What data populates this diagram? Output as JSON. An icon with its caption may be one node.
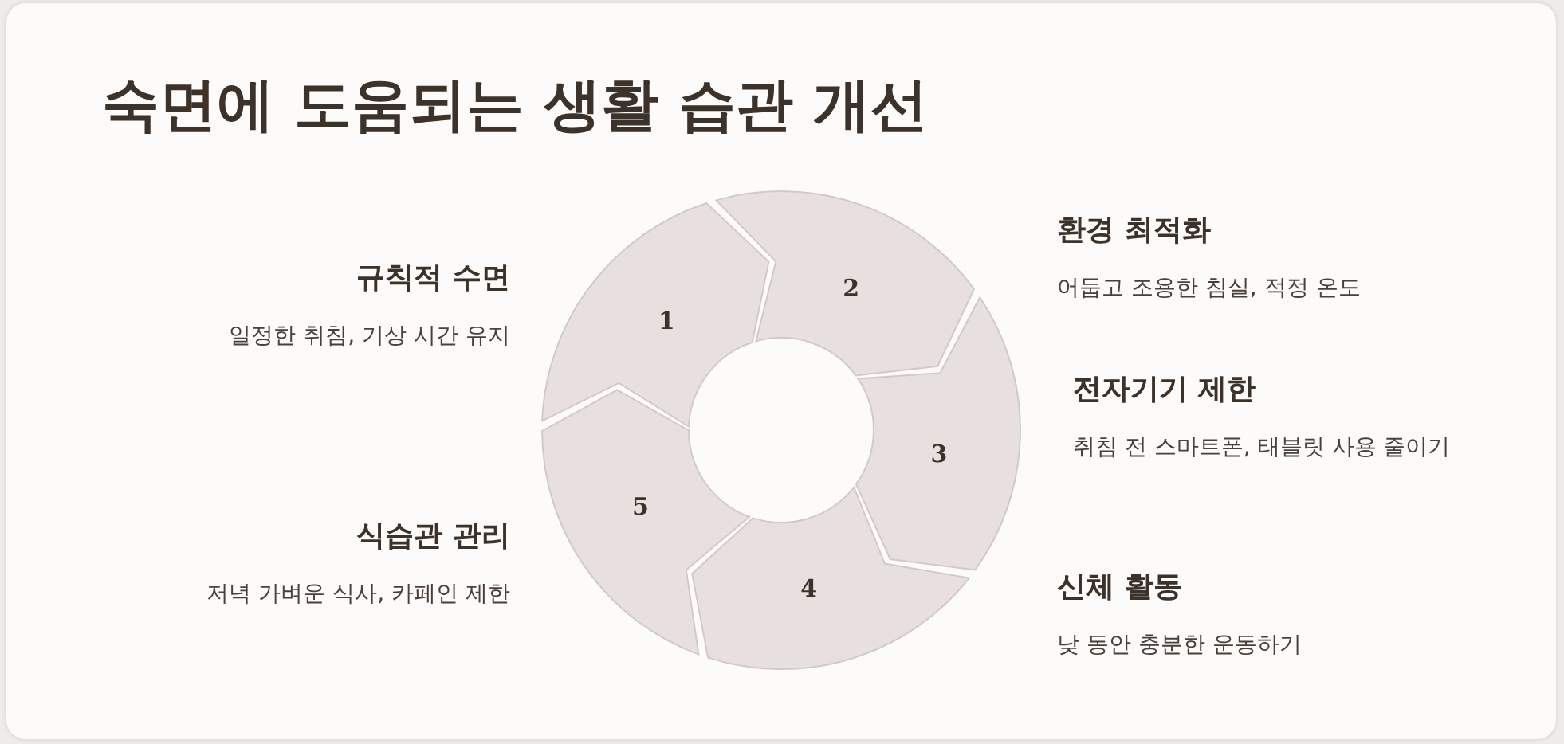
{
  "diagram": {
    "title": "숙면에 도움되는 생활 습관 개선",
    "nodes": [
      {
        "text": [
          "1"
        ],
        "beside": [
          "규칙적 수면",
          "일정한 취침, 기상 시간 유지"
        ]
      },
      {
        "text": [
          "2"
        ],
        "beside": [
          "환경 최적화",
          "어둡고 조용한 침실, 적정 온도"
        ]
      },
      {
        "text": [
          "3"
        ],
        "beside": [
          "전자기기 제한",
          "취침 전 스마트폰, 태블릿 사용 줄이기"
        ]
      },
      {
        "text": [
          "4"
        ],
        "beside": [
          "신체 활동",
          "낮 동안 충분한 운동하기"
        ]
      },
      {
        "text": [
          "5"
        ],
        "beside": [
          "식습관 관리",
          "저녁 가벼운 식사, 카페인 제한"
        ]
      }
    ],
    "edges": []
  }
}
